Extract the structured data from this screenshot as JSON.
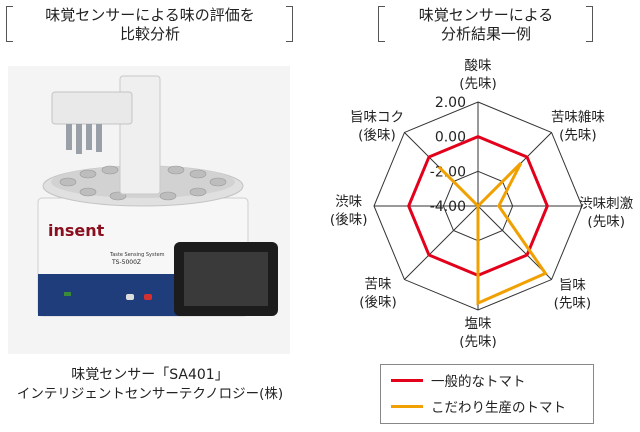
{
  "left_heading": {
    "line1": "味覚センサーによる味の評価を",
    "line2": "比較分析"
  },
  "right_heading": {
    "line1": "味覚センサーによる",
    "line2": "分析結果一例"
  },
  "photo": {
    "brand_text": "insent",
    "model_text": "TS-5000Z",
    "panel_text": "Taste Sensing System"
  },
  "captions": {
    "line1": "味覚センサー「SA401」",
    "line2": "インテリジェントセンサーテクノロジー(株)"
  },
  "chart_data": {
    "type": "radar",
    "axes": [
      {
        "line1": "酸味",
        "line2": "(先味)"
      },
      {
        "line1": "苦味雑味",
        "line2": "(先味)"
      },
      {
        "line1": "渋味刺激",
        "line2": "(先味)"
      },
      {
        "line1": "旨味",
        "line2": "(先味)"
      },
      {
        "line1": "塩味",
        "line2": "(先味)"
      },
      {
        "line1": "苦味",
        "line2": "(後味)"
      },
      {
        "line1": "渋味",
        "line2": "(後味)"
      },
      {
        "line1": "旨味コク",
        "line2": "(後味)"
      }
    ],
    "range": [
      -4.0,
      2.0
    ],
    "ticks": [
      "2.00",
      "0.00",
      "-2.00",
      "-4.00"
    ],
    "tick_values": [
      2.0,
      0.0,
      -2.0,
      -4.0
    ],
    "series": [
      {
        "name": "一般的なトマト",
        "color": "#e3001b",
        "values": [
          0.0,
          0.0,
          0.0,
          0.0,
          0.0,
          0.0,
          0.0,
          0.0
        ]
      },
      {
        "name": "こだわり生産のトマト",
        "color": "#f0a000",
        "values": [
          -4.0,
          -0.5,
          -2.8,
          1.5,
          1.6,
          -4.0,
          -4.0,
          -0.8
        ]
      }
    ],
    "grid_color": "#333333"
  }
}
